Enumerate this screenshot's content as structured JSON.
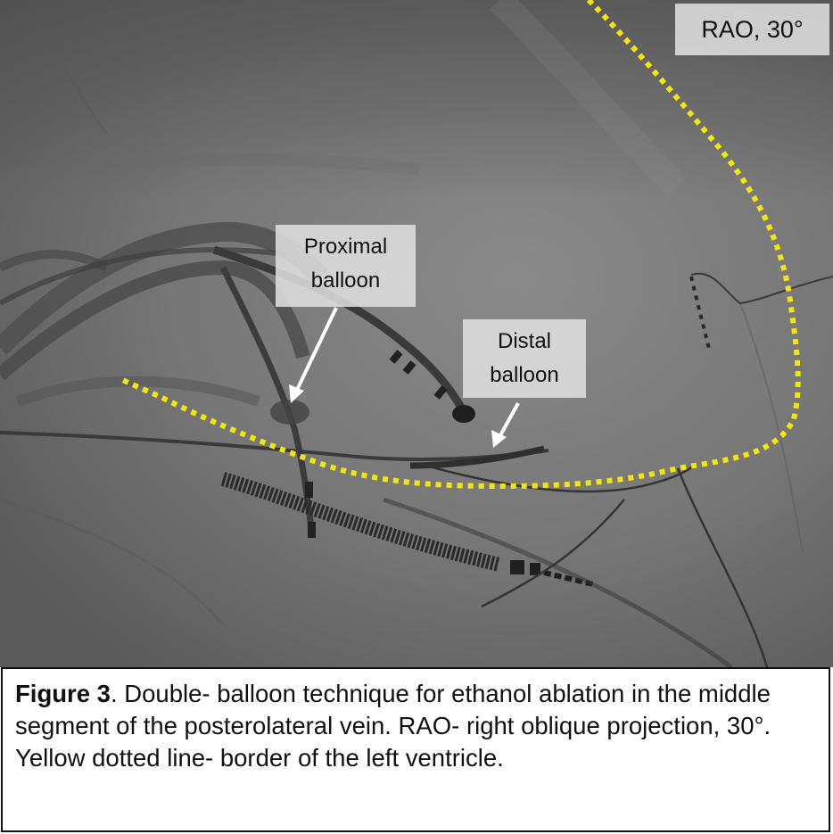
{
  "image": {
    "projection_label": "RAO, 30°",
    "proximal_label_line1": "Proximal",
    "proximal_label_line2": "balloon",
    "distal_label_line1": "Distal",
    "distal_label_line2": "balloon",
    "border_line_color": "#f5e60a"
  },
  "caption": {
    "figure_number": "Figure 3",
    "text": ". Double- balloon technique for ethanol ablation in the middle segment of the posterolateral vein. RAO- right oblique projection, 30°. Yellow dotted line- border of the left ventricle."
  }
}
